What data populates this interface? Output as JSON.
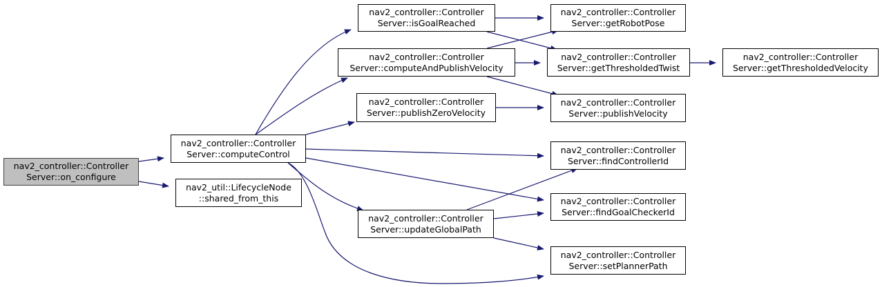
{
  "colors": {
    "edge": "#191970",
    "root_fill": "#bfbfbf",
    "node_fill": "#ffffff",
    "border": "#000000"
  },
  "nodes": {
    "on_configure": {
      "line1": "nav2_controller::Controller",
      "line2": "Server::on_configure"
    },
    "computeControl": {
      "line1": "nav2_controller::Controller",
      "line2": "Server::computeControl"
    },
    "shared_from_this": {
      "line1": "nav2_util::LifecycleNode",
      "line2": "::shared_from_this"
    },
    "isGoalReached": {
      "line1": "nav2_controller::Controller",
      "line2": "Server::isGoalReached"
    },
    "computeAndPublishVelocity": {
      "line1": "nav2_controller::Controller",
      "line2": "Server::computeAndPublishVelocity"
    },
    "publishZeroVelocity": {
      "line1": "nav2_controller::Controller",
      "line2": "Server::publishZeroVelocity"
    },
    "updateGlobalPath": {
      "line1": "nav2_controller::Controller",
      "line2": "Server::updateGlobalPath"
    },
    "getRobotPose": {
      "line1": "nav2_controller::Controller",
      "line2": "Server::getRobotPose"
    },
    "getThresholdedTwist": {
      "line1": "nav2_controller::Controller",
      "line2": "Server::getThresholdedTwist"
    },
    "publishVelocity": {
      "line1": "nav2_controller::Controller",
      "line2": "Server::publishVelocity"
    },
    "findControllerId": {
      "line1": "nav2_controller::Controller",
      "line2": "Server::findControllerId"
    },
    "findGoalCheckerId": {
      "line1": "nav2_controller::Controller",
      "line2": "Server::findGoalCheckerId"
    },
    "setPlannerPath": {
      "line1": "nav2_controller::Controller",
      "line2": "Server::setPlannerPath"
    },
    "getThresholdedVelocity": {
      "line1": "nav2_controller::Controller",
      "line2": "Server::getThresholdedVelocity"
    }
  },
  "edges": [
    [
      "on_configure",
      "computeControl"
    ],
    [
      "on_configure",
      "shared_from_this"
    ],
    [
      "computeControl",
      "isGoalReached"
    ],
    [
      "computeControl",
      "computeAndPublishVelocity"
    ],
    [
      "computeControl",
      "publishZeroVelocity"
    ],
    [
      "computeControl",
      "findControllerId"
    ],
    [
      "computeControl",
      "findGoalCheckerId"
    ],
    [
      "computeControl",
      "updateGlobalPath"
    ],
    [
      "computeControl",
      "setPlannerPath"
    ],
    [
      "isGoalReached",
      "getRobotPose"
    ],
    [
      "isGoalReached",
      "getThresholdedTwist"
    ],
    [
      "computeAndPublishVelocity",
      "getRobotPose"
    ],
    [
      "computeAndPublishVelocity",
      "getThresholdedTwist"
    ],
    [
      "computeAndPublishVelocity",
      "publishVelocity"
    ],
    [
      "publishZeroVelocity",
      "publishVelocity"
    ],
    [
      "getThresholdedTwist",
      "getThresholdedVelocity"
    ],
    [
      "updateGlobalPath",
      "findControllerId"
    ],
    [
      "updateGlobalPath",
      "findGoalCheckerId"
    ],
    [
      "updateGlobalPath",
      "setPlannerPath"
    ]
  ]
}
